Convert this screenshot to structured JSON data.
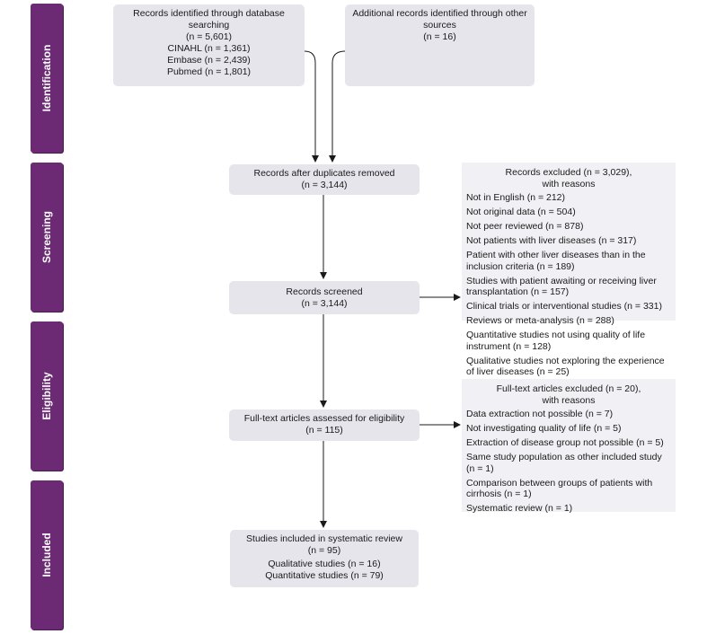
{
  "phases": [
    "Identification",
    "Screening",
    "Eligibility",
    "Included"
  ],
  "boxes": {
    "db_search": [
      "Records identified through database",
      "searching",
      "(n =  5,601)",
      "CINAHL (n = 1,361)",
      "Embase (n = 2,439)",
      "Pubmed (n = 1,801)"
    ],
    "other_sources": [
      "Additional records identified through other",
      "sources",
      "(n = 16)"
    ],
    "duplicates_removed": [
      "Records after duplicates removed",
      "(n = 3,144)"
    ],
    "screened": [
      "Records screened",
      "(n = 3,144)"
    ],
    "fulltext": [
      "Full-text articles assessed for eligibility",
      "(n = 115)"
    ],
    "included": [
      "Studies included in systematic review",
      "(n = 95)",
      "Qualitative studies (n = 16)",
      "Quantitative studies (n = 79)"
    ]
  },
  "records_excluded": {
    "heading": [
      "Records excluded (n = 3,029),",
      "with reasons"
    ],
    "items": [
      "Not in English (n = 212)",
      "Not original data (n = 504)",
      "Not peer reviewed (n = 878)",
      "Not patients with liver diseases (n = 317)",
      "Patient with other liver diseases than in the inclusion criteria (n = 189)",
      "Studies with patient awaiting or receiving liver transplantation (n = 157)",
      "Clinical trials or interventional studies (n = 331)",
      "Reviews or meta-analysis (n = 288)",
      "Quantitative studies not using quality of life instrument (n = 128)",
      "Qualitative studies not exploring the experience of liver diseases (n = 25)"
    ]
  },
  "fulltext_excluded": {
    "heading": [
      "Full-text articles excluded (n = 20),",
      "with reasons"
    ],
    "items": [
      "Data extraction not possible (n = 7)",
      "Not investigating quality of life (n = 5)",
      "Extraction of disease group not possible (n = 5)",
      "Same study population as other included study (n = 1)",
      "Comparison between groups of patients with cirrhosis (n = 1)",
      "Systematic review (n = 1)"
    ]
  },
  "colors": {
    "phase": "#6b2a73",
    "box": "#e6e5ec",
    "panel": "#f1f1f5",
    "arrow": "#1a1a1a"
  }
}
